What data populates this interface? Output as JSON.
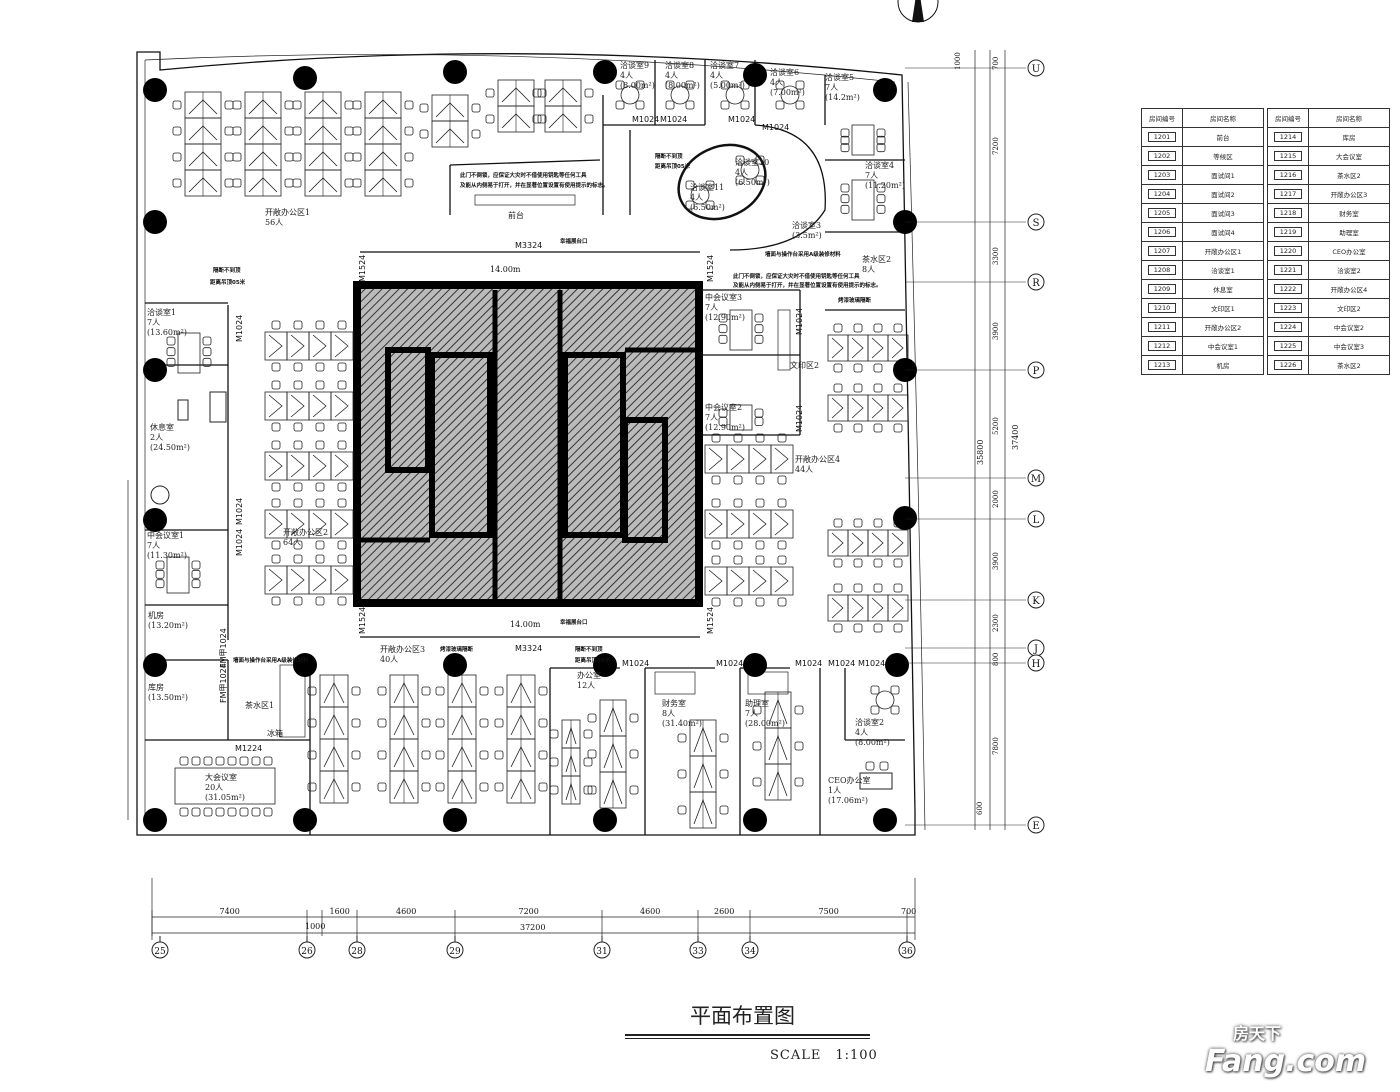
{
  "title": "平面布置图",
  "scale": "SCALE　1:100",
  "watermark": {
    "cn": "房天下",
    "en": "Fang.com"
  },
  "rooms": {
    "open1": {
      "name": "开敞办公区1",
      "people": "56人"
    },
    "r9": {
      "name": "洽谈室9",
      "people": "4人",
      "area": "(8.00m²)"
    },
    "r8": {
      "name": "洽谈室8",
      "people": "4人",
      "area": "(8.00m²)"
    },
    "r7": {
      "name": "洽谈室7",
      "people": "4人",
      "area": "(5.00m²)"
    },
    "r6": {
      "name": "洽谈室6",
      "people": "4人",
      "area": "(7.00m²)"
    },
    "r5": {
      "name": "洽谈室5",
      "people": "7人",
      "area": "(14.2m²)"
    },
    "r4": {
      "name": "洽谈室4",
      "people": "7人",
      "area": "(11.20m²)"
    },
    "r3": {
      "name": "洽谈室3",
      "area": "(3.5m²)"
    },
    "r10": {
      "name": "洽谈室10",
      "people": "4人",
      "area": "(6.50m²)"
    },
    "r11": {
      "name": "洽谈室11",
      "people": "4人",
      "area": "(6.50m²)"
    },
    "reception": {
      "name": "前台"
    },
    "tea2": {
      "name": "茶水区2",
      "people": "8人"
    },
    "mid3": {
      "name": "中会议室3",
      "people": "7人",
      "area": "(12.90m²)"
    },
    "print2": {
      "name": "文印区2"
    },
    "mid2": {
      "name": "中会议室2",
      "people": "7人",
      "area": "(12.90m²)"
    },
    "open4": {
      "name": "开敞办公区4",
      "people": "44人"
    },
    "r1": {
      "name": "洽谈室1",
      "people": "7人",
      "area": "(13.60m²)"
    },
    "rest": {
      "name": "休息室",
      "people": "2人",
      "area": "(24.50m²)"
    },
    "mid1": {
      "name": "中会议室1",
      "people": "7人",
      "area": "(11.30m²)"
    },
    "server": {
      "name": "机房",
      "area": "(13.20m²)"
    },
    "store": {
      "name": "库房",
      "area": "(13.50m²)"
    },
    "tea1": {
      "name": "茶水区1"
    },
    "fridge": {
      "name": "冰箱"
    },
    "big": {
      "name": "大会议室",
      "people": "20人",
      "area": "(31.05m²)"
    },
    "open2": {
      "name": "开敞办公区2",
      "people": "64人"
    },
    "open3": {
      "name": "开敞办公区3",
      "people": "40人"
    },
    "office": {
      "name": "办公室",
      "people": "12人"
    },
    "finance": {
      "name": "财务室",
      "people": "8人",
      "area": "(31.40m²)"
    },
    "assistant": {
      "name": "助理室",
      "people": "7人",
      "area": "(28.00m²)"
    },
    "r2": {
      "name": "洽谈室2",
      "people": "4人",
      "area": "(8.00m²)"
    },
    "ceo": {
      "name": "CEO办公室",
      "people": "1人",
      "area": "(17.06m²)"
    }
  },
  "doors": {
    "m3324": "M3324",
    "m1524": "M1524",
    "m1024": "M1024",
    "m1224": "M1224",
    "fm1024": "FM甲1024",
    "span": "14.00m",
    "exit": "幸福展台口"
  },
  "notes": {
    "partition1": "隔断不到顶",
    "partition2": "距离吊顶05米",
    "door1": "此门不倒锁，应保证大灾时不借使用钥匙等任何工具",
    "door2": "及能从内侧易于打开，并在显著位置设置有使用提示的标志。",
    "material": "墙面与操作台采用A级装修材料",
    "glass": "烤漆玻璃隔断"
  },
  "dims_bottom": {
    "segments": [
      "7400",
      "1000",
      "1600",
      "4600",
      "7200",
      "4600",
      "2600",
      "7500",
      "700"
    ],
    "total": "37200",
    "axes": [
      "25",
      "26",
      "28",
      "29",
      "31",
      "33",
      "34",
      "36"
    ]
  },
  "dims_right": {
    "segments": [
      "1000",
      "700",
      "7200",
      "3300",
      "3900",
      "5200",
      "2000",
      "3900",
      "2300",
      "800",
      "7800",
      "600"
    ],
    "total1": "35800",
    "total2": "37400",
    "axes": [
      "U",
      "S",
      "R",
      "P",
      "M",
      "L",
      "K",
      "J",
      "H",
      "E"
    ]
  },
  "room_table": {
    "headers": [
      "房间编号",
      "房间名称"
    ],
    "left": [
      [
        "1201",
        "前台"
      ],
      [
        "1202",
        "等候区"
      ],
      [
        "1203",
        "面试间1"
      ],
      [
        "1204",
        "面试间2"
      ],
      [
        "1205",
        "面试间3"
      ],
      [
        "1206",
        "面试间4"
      ],
      [
        "1207",
        "开敞办公区1"
      ],
      [
        "1208",
        "洽谈室1"
      ],
      [
        "1209",
        "休息室"
      ],
      [
        "1210",
        "文印区1"
      ],
      [
        "1211",
        "开敞办公区2"
      ],
      [
        "1212",
        "中会议室1"
      ],
      [
        "1213",
        "机房"
      ]
    ],
    "right": [
      [
        "1214",
        "库房"
      ],
      [
        "1215",
        "大会议室"
      ],
      [
        "1216",
        "茶水区2"
      ],
      [
        "1217",
        "开敞办公区3"
      ],
      [
        "1218",
        "财务室"
      ],
      [
        "1219",
        "助理室"
      ],
      [
        "1220",
        "CEO办公室"
      ],
      [
        "1221",
        "洽谈室2"
      ],
      [
        "1222",
        "开敞办公区4"
      ],
      [
        "1223",
        "文印区2"
      ],
      [
        "1224",
        "中会议室2"
      ],
      [
        "1225",
        "中会议室3"
      ],
      [
        "1226",
        "茶水区2"
      ]
    ]
  }
}
